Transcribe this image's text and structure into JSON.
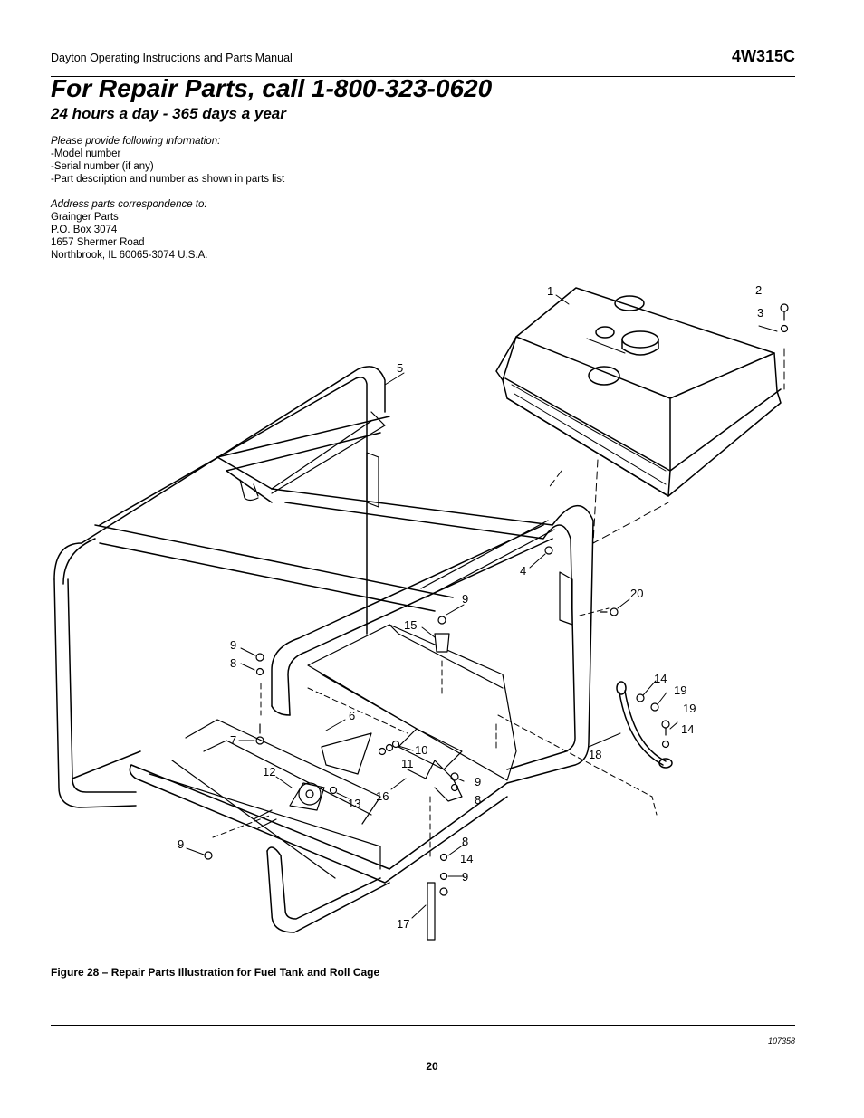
{
  "header": {
    "manual_title": "Dayton Operating Instructions and Parts Manual",
    "model": "4W315C"
  },
  "title": "For Repair Parts, call 1-800-323-0620",
  "subtitle": "24 hours a day - 365 days a year",
  "info": {
    "provide_heading": "Please provide following information:",
    "provide_items": [
      "-Model number",
      "-Serial number (if any)",
      "-Part description and number as shown in parts list"
    ],
    "address_heading": "Address parts correspondence to:",
    "address_lines": [
      "Grainger Parts",
      "P.O. Box 3074",
      "1657 Shermer Road",
      "Northbrook, IL  60065-3074 U.S.A."
    ]
  },
  "diagram": {
    "callouts": [
      "1",
      "2",
      "3",
      "5",
      "4",
      "20",
      "9",
      "15",
      "9",
      "8",
      "14",
      "19",
      "19",
      "14",
      "6",
      "7",
      "10",
      "11",
      "9",
      "18",
      "12",
      "13",
      "16",
      "8",
      "9",
      "8",
      "14",
      "9",
      "17"
    ]
  },
  "caption": "Figure 28 – Repair Parts Illustration for Fuel Tank and Roll Cage",
  "doc_number": "107358",
  "page_number": "20"
}
